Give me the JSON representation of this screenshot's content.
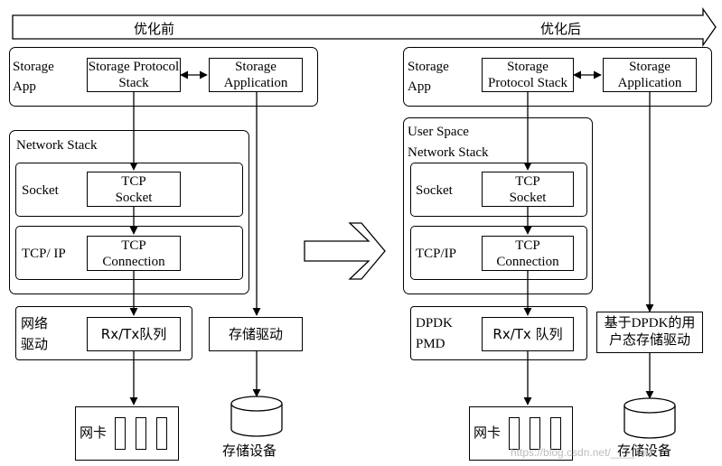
{
  "header": {
    "before": "优化前",
    "after": "优化后"
  },
  "left": {
    "app_label": "Storage App",
    "protocol_stack": "Storage Protocol Stack",
    "application": "Storage Application",
    "network_stack_label": "Network Stack",
    "socket_label": "Socket",
    "tcp_socket": "TCP Socket",
    "tcpip_label": "TCP/ IP",
    "tcp_connection": "TCP Connection",
    "driver_label": "网络驱动",
    "rxtx": "Rx/Tx队列",
    "storage_driver": "存储驱动",
    "nic_label": "网卡",
    "device_label": "存储设备"
  },
  "right": {
    "app_label": "Storage App",
    "protocol_stack": "Storage Protocol Stack",
    "application": "Storage Application",
    "network_stack_label": "User Space Network Stack",
    "socket_label": "Socket",
    "tcp_socket": "TCP Socket",
    "tcpip_label": "TCP/IP",
    "tcp_connection": "TCP Connection",
    "driver_label": "DPDK PMD",
    "rxtx": "Rx/Tx 队列",
    "storage_driver": "基于DPDK的用户态存储驱动",
    "nic_label": "网卡",
    "device_label": "存储设备"
  },
  "watermark": "https://blog.csdn.net/____Toa"
}
